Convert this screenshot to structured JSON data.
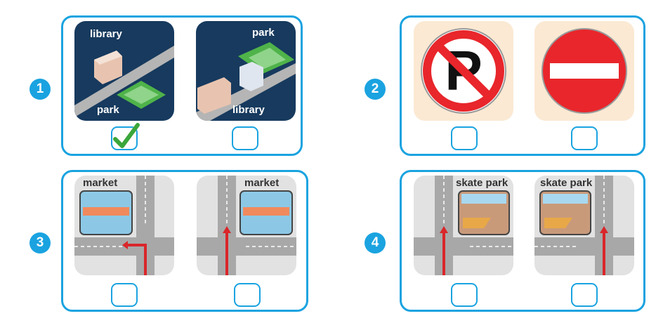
{
  "questions": [
    {
      "number": "1",
      "options": [
        {
          "labels": [
            "library",
            "park"
          ],
          "description": "library across the street from park",
          "checked": true
        },
        {
          "labels": [
            "park",
            "library"
          ],
          "description": "library next to house, park behind",
          "checked": false
        }
      ]
    },
    {
      "number": "2",
      "options": [
        {
          "labels": [],
          "description": "no parking sign",
          "checked": false
        },
        {
          "labels": [],
          "description": "no entry sign",
          "checked": false
        }
      ]
    },
    {
      "number": "3",
      "options": [
        {
          "labels": [
            "market"
          ],
          "description": "go straight then turn left to market",
          "checked": false
        },
        {
          "labels": [
            "market"
          ],
          "description": "go straight, market on the right",
          "checked": false
        }
      ]
    },
    {
      "number": "4",
      "options": [
        {
          "labels": [
            "skate park"
          ],
          "description": "go straight, skate park on the right",
          "checked": false
        },
        {
          "labels": [
            "skate park"
          ],
          "description": "go straight, skate park on the left",
          "checked": false
        }
      ]
    }
  ],
  "colors": {
    "accent": "#1aa3e0",
    "navy": "#173a5e",
    "check": "#3aa63a",
    "sign_red": "#e8262b",
    "sign_bg": "#fbe9d3",
    "road": "#a8a8a8",
    "arrow": "#d9262a"
  }
}
